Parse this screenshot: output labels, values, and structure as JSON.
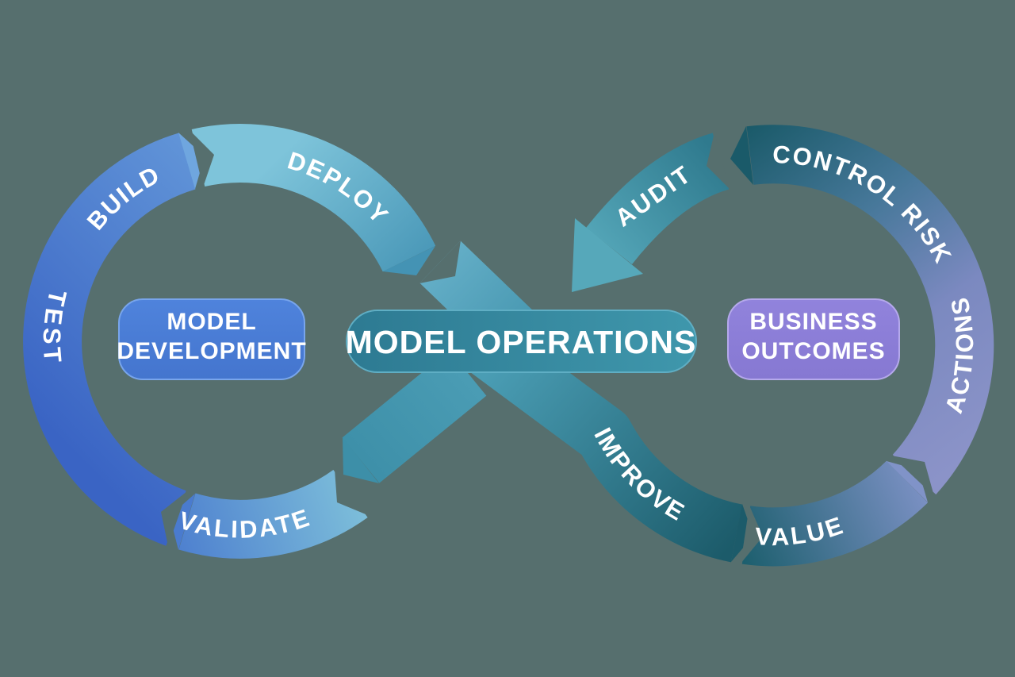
{
  "diagram_title": "Model Operations infinity lifecycle diagram",
  "labels": {
    "build": "BUILD",
    "deploy": "DEPLOY",
    "test": "TEST",
    "validate": "VALIDATE",
    "audit": "AUDIT",
    "control_risk": "CONTROL RISK",
    "actions": "ACTIONS",
    "value": "VALUE",
    "improve": "IMPROVE"
  },
  "boxes": {
    "model_development": {
      "line1": "MODEL",
      "line2": "DEVELOPMENT",
      "fill": "#4A7ED6"
    },
    "model_operations": {
      "label": "MODEL OPERATIONS",
      "fill": "#2E7B92"
    },
    "business_outcomes": {
      "line1": "BUSINESS",
      "line2": "OUTCOMES",
      "fill": "#8E80D9"
    }
  },
  "colors": {
    "background": "#566F6E",
    "left_loop_blue": "#3A64C4",
    "left_loop_light_cyan": "#7EC4DA",
    "deploy_teal": "#4493B4",
    "teal_dark": "#1A5A69",
    "audit_teal": "#2F7A8E",
    "slate_purple": "#8B93C8",
    "blue_box": "#4A7ED6",
    "purple_box": "#8E80D9",
    "pill_teal": "#2E7B92",
    "text": "#FFFFFF"
  }
}
